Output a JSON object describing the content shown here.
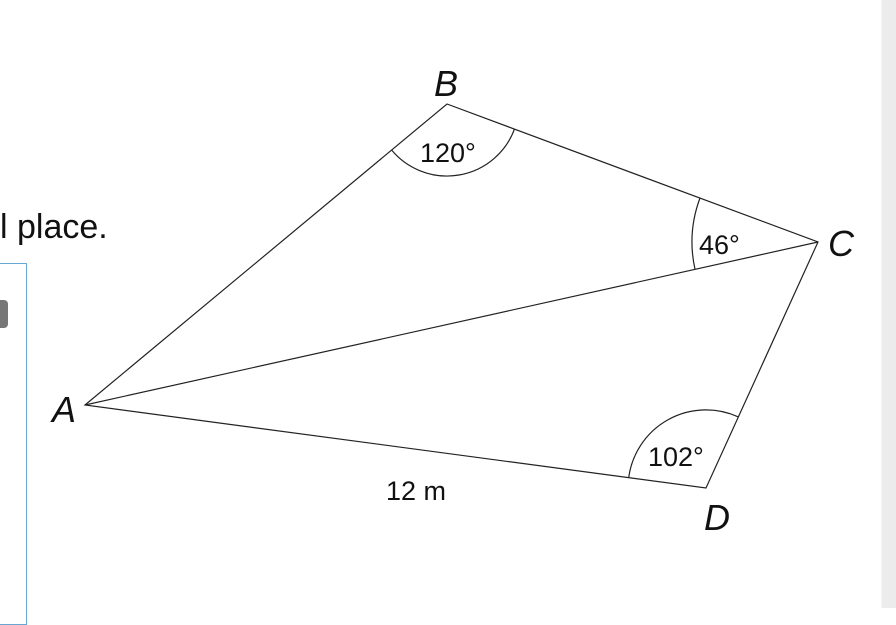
{
  "question": {
    "text_fragment": "l place."
  },
  "diagram": {
    "vertices": {
      "A": "A",
      "B": "B",
      "C": "C",
      "D": "D"
    },
    "angles": {
      "B": "120°",
      "C": "46°",
      "D": "102°"
    },
    "side_AD": "12 m"
  }
}
